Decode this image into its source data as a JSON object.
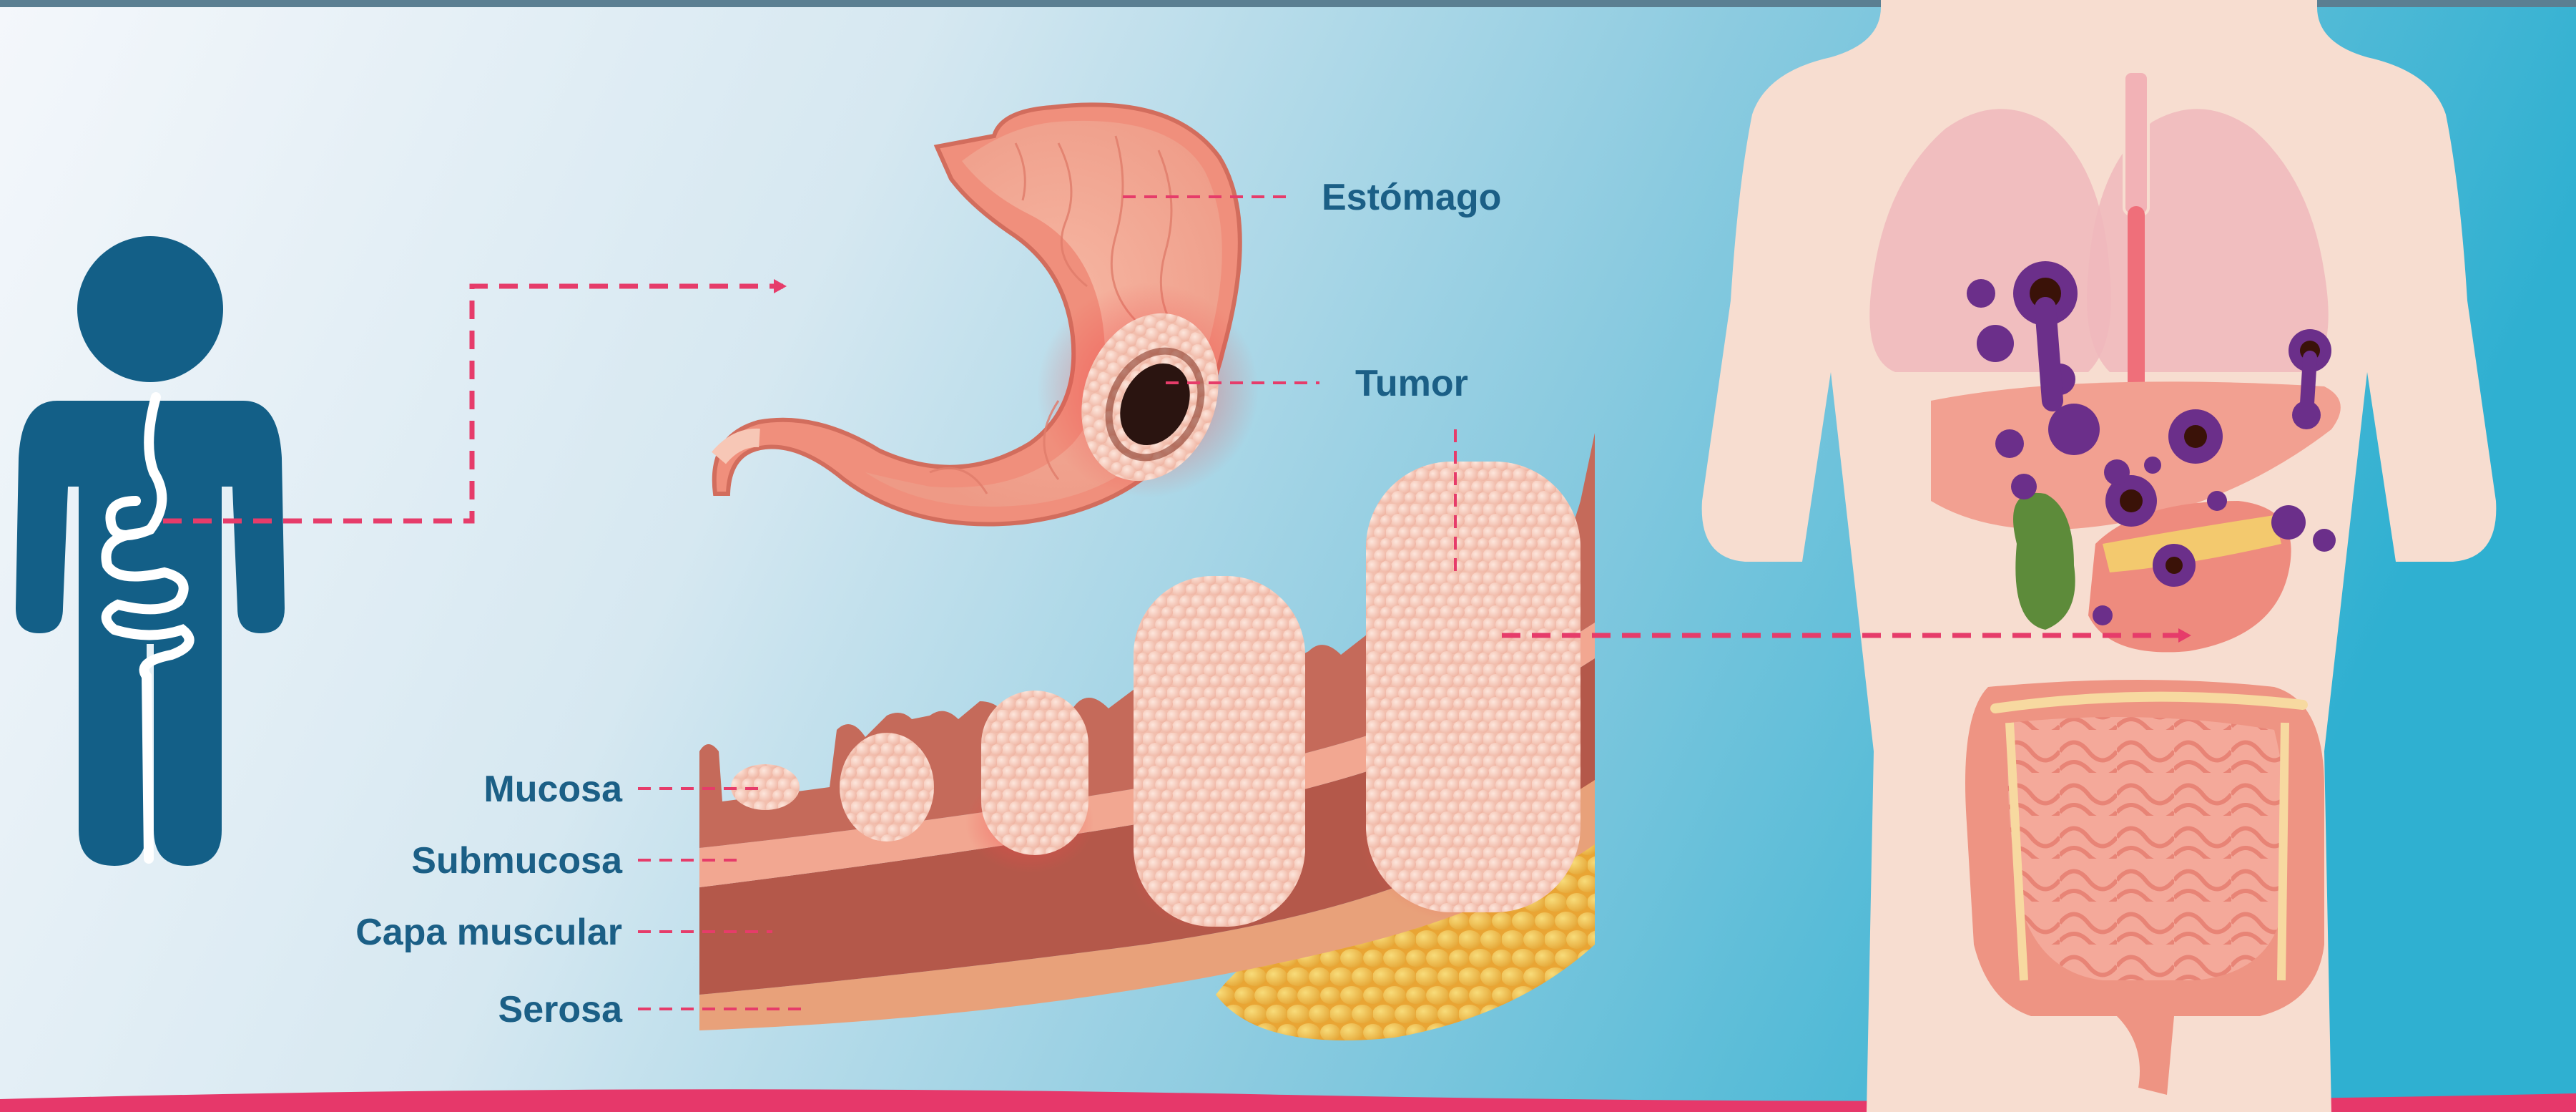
{
  "colors": {
    "label_text": "#1b5f86",
    "leader_line": "#e63c6a",
    "figure_blue": "#135f87",
    "bg_left": "#eef3f8",
    "bg_right": "#3eb4d2",
    "stomach_flesh": "#f2a793",
    "tumor": "#f8cdbd",
    "fat": "#f0c24a",
    "metastasis": "#6b2f8a"
  },
  "labels": {
    "stomach": "Estómago",
    "tumor": "Tumor",
    "mucosa": "Mucosa",
    "submucosa": "Submucosa",
    "muscular": "Capa muscular",
    "serosa": "Serosa"
  },
  "icons": {
    "person": "person-with-digestive-tract-icon",
    "stomach": "stomach-cross-section-icon",
    "torso": "torso-organs-metastasis-icon"
  }
}
